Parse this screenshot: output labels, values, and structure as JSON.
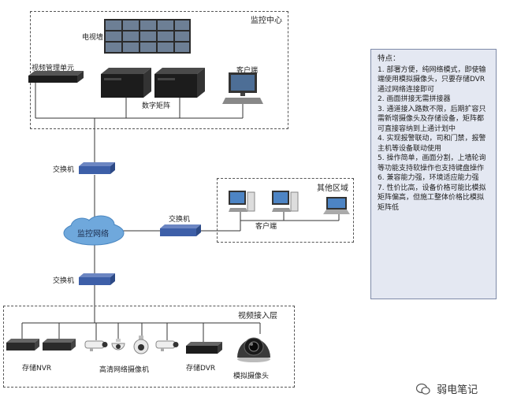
{
  "control_center": {
    "title": "监控中心",
    "video_wall": "电视墙",
    "mgmt_unit": "视频管理单元",
    "digital_matrix": "数字矩阵",
    "client": "客户端"
  },
  "switches": {
    "top": "交换机",
    "right": "交换机",
    "bottom": "交换机"
  },
  "cloud": "监控网络",
  "other_area": {
    "title": "其他区域",
    "clients": "客户端"
  },
  "video_access": {
    "title": "视频接入层",
    "storage_nvr": "存储NVR",
    "hd_ip_camera": "高清网络摄像机",
    "storage_dvr": "存储DVR",
    "analog_camera": "模拟摄像头"
  },
  "features": {
    "title": "特点：",
    "items": [
      "1. 部署方便，纯网络模式，即使输端使用模拟摄像头，只要存储DVR通过网络连接即可",
      "2. 画面拼接无需拼接器",
      "3. 通道接入路数不限，后期扩容只需新增摄像头及存储设备，矩阵都可直接容纳到上通计划中",
      "4. 实现报警联动，司和门禁，报警主机等设备联动使用",
      "5. 操作简单，画面分割，上墙轮询等功能支持软操作也支持键盘操作",
      "6. 兼容能力强，环境适应能力强",
      "7. 性价比高，设备价格可能比模拟矩阵偏高，但施工整体价格比模拟矩阵低"
    ]
  },
  "watermark": "弱电笔记",
  "colors": {
    "device_dark": "#1c1c1c",
    "switch_blue": "#3d5fa8",
    "cloud_blue": "#6fa8dc",
    "panel_bg": "#e4e8f2"
  }
}
